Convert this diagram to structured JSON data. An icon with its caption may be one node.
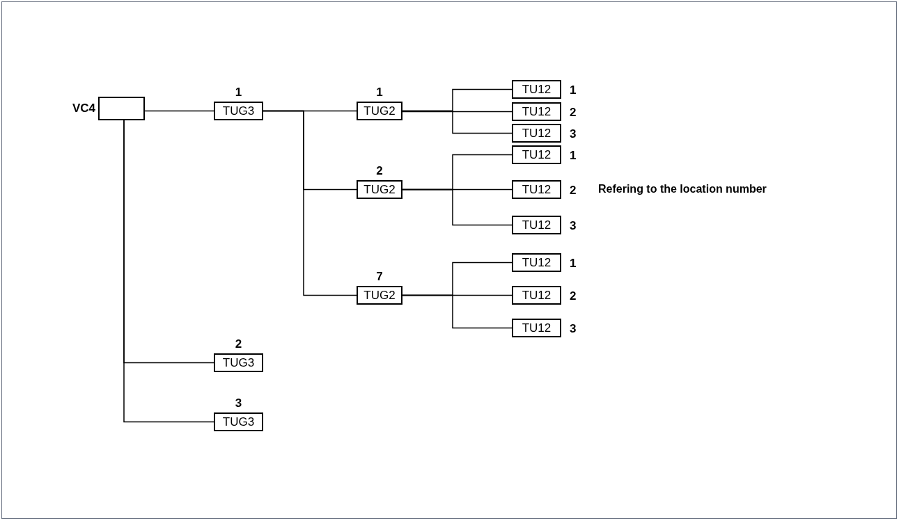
{
  "diagram": {
    "nodes": [
      {
        "text": [],
        "shape": "box",
        "beside": [
          "VC4"
        ]
      },
      {
        "text": [
          "TUG3"
        ],
        "beside": [
          "1"
        ]
      },
      {
        "text": [
          "TUG2"
        ],
        "beside": [
          "1"
        ]
      },
      {
        "text": [
          "TU12"
        ],
        "beside": [
          "1"
        ]
      },
      {
        "text": [
          "TU12"
        ],
        "beside": [
          "2"
        ]
      },
      {
        "text": [
          "TU12"
        ],
        "beside": [
          "3"
        ]
      },
      {
        "text": [
          "TUG2"
        ],
        "beside": [
          "2"
        ]
      },
      {
        "text": [
          "TU12"
        ],
        "beside": [
          "1"
        ]
      },
      {
        "text": [
          "TU12"
        ],
        "beside": [
          "2"
        ]
      },
      {
        "text": [
          "TU12"
        ],
        "beside": [
          "3"
        ]
      },
      {
        "text": [
          "TUG2"
        ],
        "beside": [
          "7"
        ]
      },
      {
        "text": [
          "TU12"
        ],
        "beside": [
          "1"
        ]
      },
      {
        "text": [
          "TU12"
        ],
        "beside": [
          "2"
        ]
      },
      {
        "text": [
          "TU12"
        ],
        "beside": [
          "3"
        ]
      },
      {
        "text": [
          "TUG3"
        ],
        "beside": [
          "2"
        ]
      },
      {
        "text": [
          "TUG3"
        ],
        "beside": [
          "3"
        ]
      }
    ],
    "edges": [
      {
        "from": 0,
        "to": 1,
        "arrow": "none"
      },
      {
        "from": 0,
        "to": 14,
        "arrow": "none"
      },
      {
        "from": 0,
        "to": 15,
        "arrow": "none"
      },
      {
        "from": 1,
        "to": 2,
        "arrow": "none"
      },
      {
        "from": 1,
        "to": 6,
        "arrow": "none"
      },
      {
        "from": 1,
        "to": 10,
        "arrow": "none"
      },
      {
        "from": 2,
        "to": 3,
        "arrow": "none"
      },
      {
        "from": 2,
        "to": 4,
        "arrow": "none"
      },
      {
        "from": 2,
        "to": 5,
        "arrow": "none"
      },
      {
        "from": 6,
        "to": 7,
        "arrow": "none"
      },
      {
        "from": 6,
        "to": 8,
        "arrow": "none"
      },
      {
        "from": 6,
        "to": 9,
        "arrow": "none"
      },
      {
        "from": 10,
        "to": 11,
        "arrow": "none"
      },
      {
        "from": 10,
        "to": 12,
        "arrow": "none"
      },
      {
        "from": 10,
        "to": 13,
        "arrow": "none"
      }
    ],
    "labels": [
      "Refering to the location number"
    ]
  }
}
